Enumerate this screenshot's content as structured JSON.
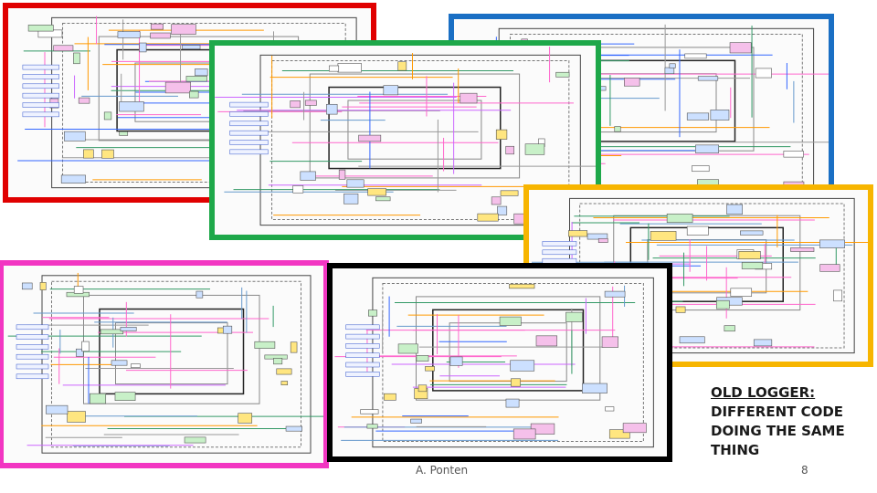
{
  "slide": {
    "caption_title": "OLD LOGGER:",
    "caption_body": "DIFFERENT CODE DOING THE SAME THING",
    "author": "A. Ponten",
    "slide_number": "8"
  },
  "frames": [
    {
      "id": "f-red",
      "name": "red-framed-code-screenshot",
      "color": "#e00000"
    },
    {
      "id": "f-blue",
      "name": "blue-framed-code-screenshot",
      "color": "#1a6fc4"
    },
    {
      "id": "f-pink",
      "name": "pink-framed-code-screenshot",
      "color": "#f236c2"
    },
    {
      "id": "f-green",
      "name": "green-framed-code-screenshot",
      "color": "#1ea84a"
    },
    {
      "id": "f-yellow",
      "name": "yellow-framed-code-screenshot",
      "color": "#f7b500"
    },
    {
      "id": "f-black",
      "name": "black-framed-code-screenshot",
      "color": "#000000"
    }
  ]
}
